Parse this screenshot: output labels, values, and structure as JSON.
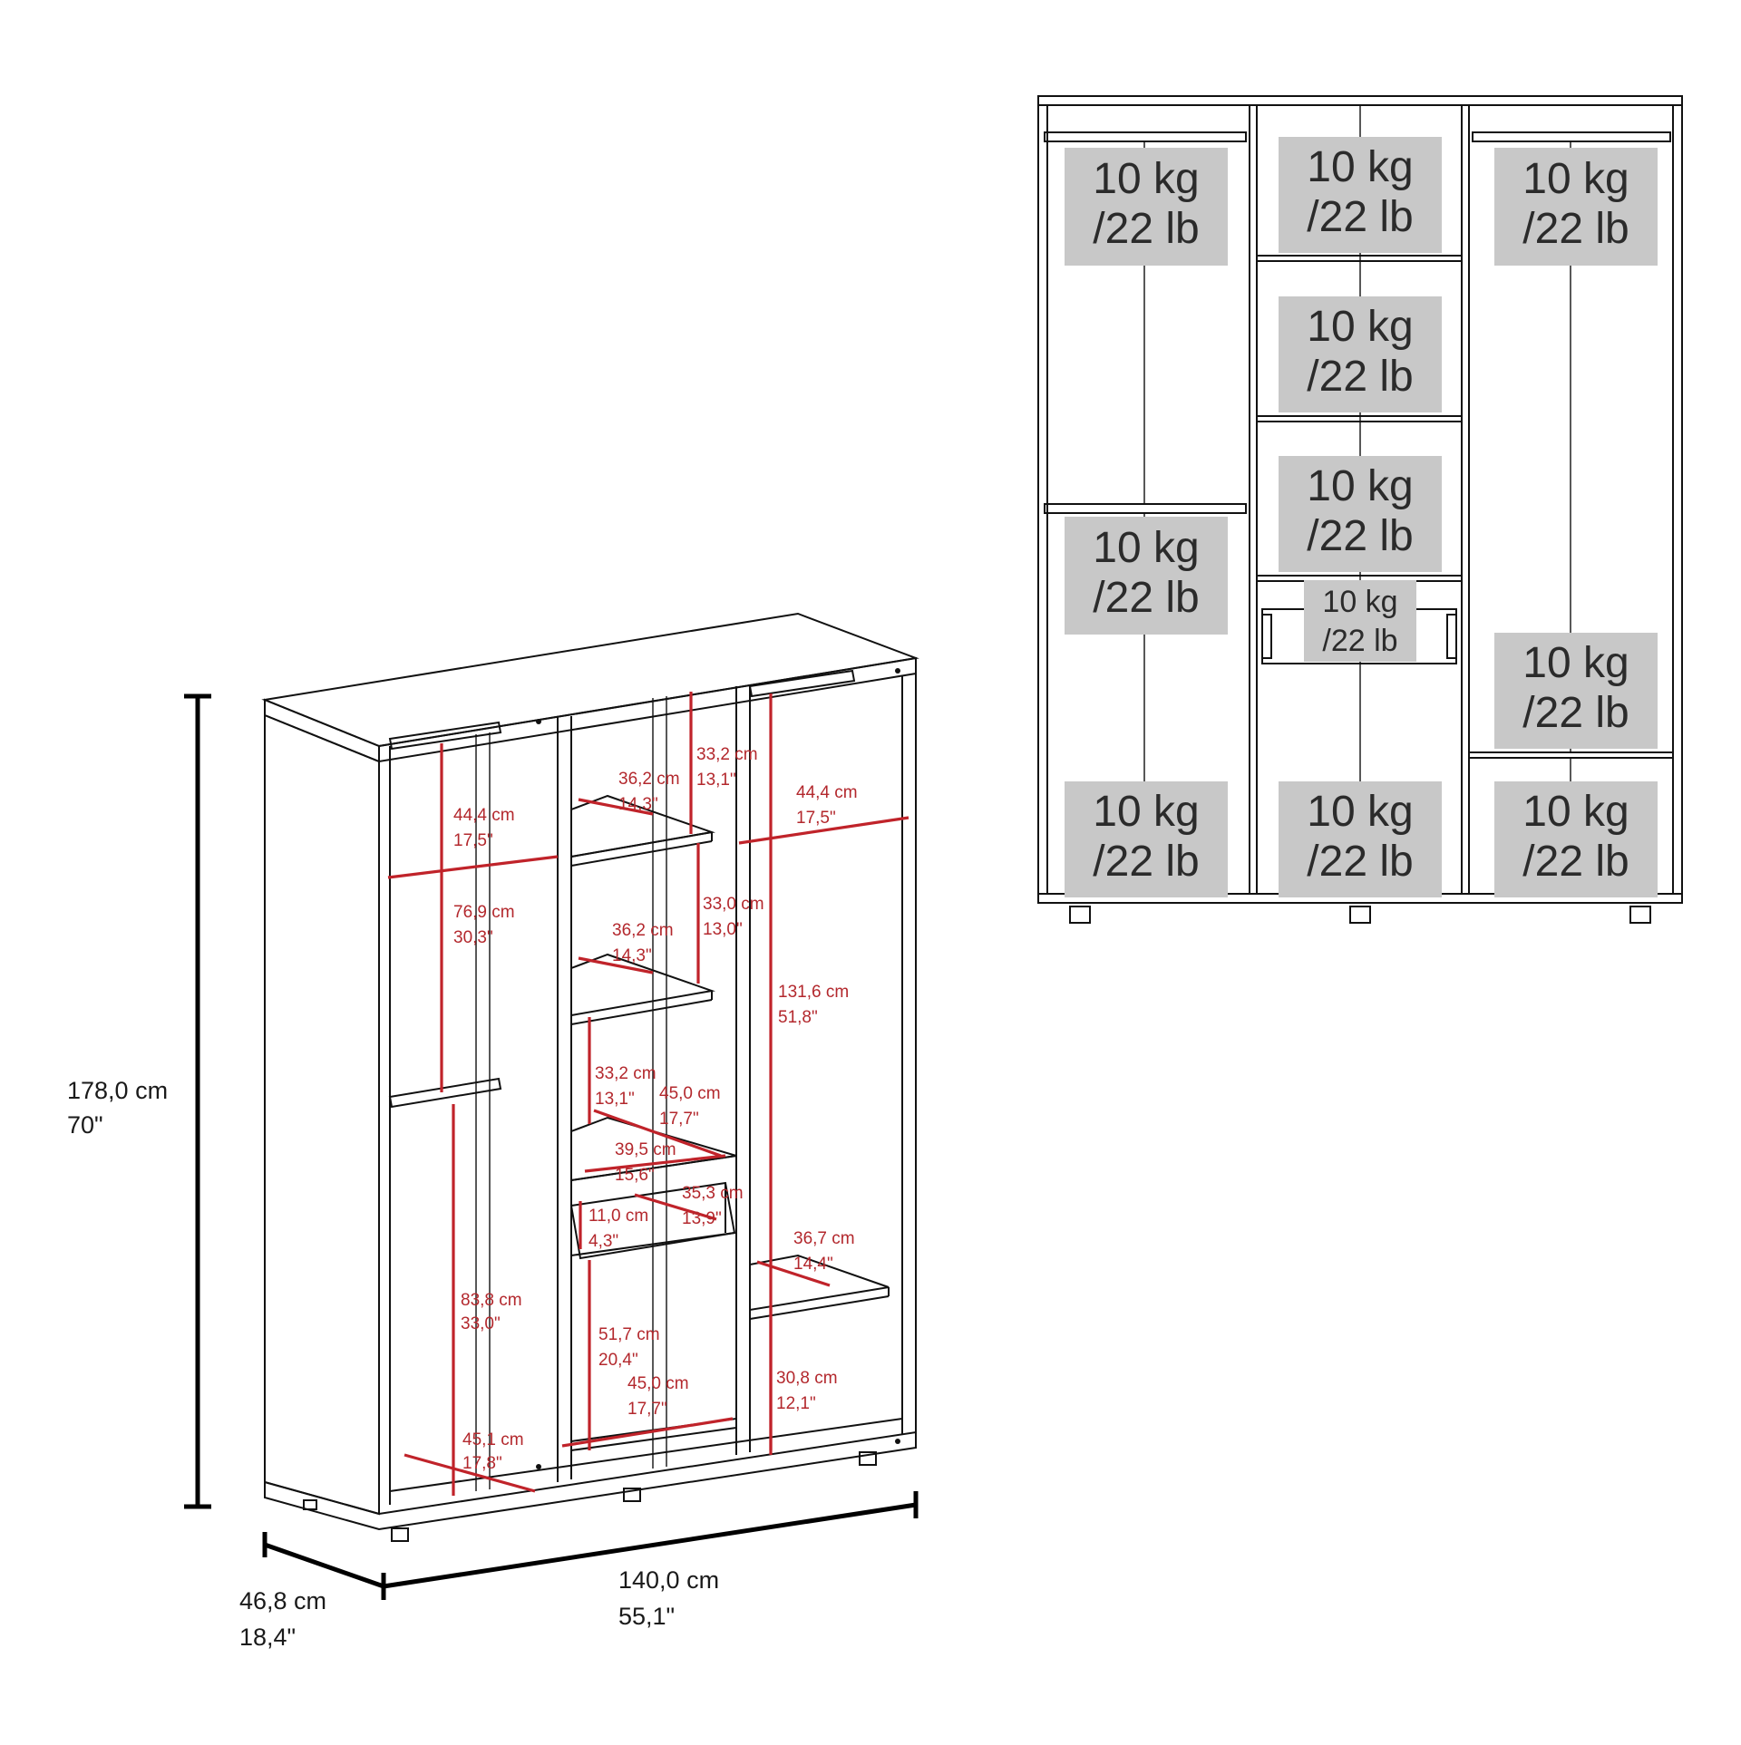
{
  "overall_dimensions": {
    "height": {
      "cm": "178,0 cm",
      "in": "70\""
    },
    "width": {
      "cm": "140,0 cm",
      "in": "55,1\""
    },
    "depth": {
      "cm": "46,8 cm",
      "in": "18,4\""
    }
  },
  "interior_dimensions": [
    {
      "cm": "44,4 cm",
      "in": "17,5\""
    },
    {
      "cm": "76,9 cm",
      "in": "30,3\""
    },
    {
      "cm": "83,8 cm",
      "in": "33,0\""
    },
    {
      "cm": "45,1 cm",
      "in": "17,8\""
    },
    {
      "cm": "36,2 cm",
      "in": "14,3\""
    },
    {
      "cm": "33,2 cm",
      "in": "13,1\""
    },
    {
      "cm": "33,0 cm",
      "in": "13,0\""
    },
    {
      "cm": "36,2 cm",
      "in": "14,3\""
    },
    {
      "cm": "33,2 cm",
      "in": "13,1\""
    },
    {
      "cm": "45,0 cm",
      "in": "17,7\""
    },
    {
      "cm": "39,5 cm",
      "in": "15,6\""
    },
    {
      "cm": "35,3 cm",
      "in": "13,9\""
    },
    {
      "cm": "11,0 cm",
      "in": "4,3\""
    },
    {
      "cm": "51,7 cm",
      "in": "20,4\""
    },
    {
      "cm": "45,0 cm",
      "in": "17,7\""
    },
    {
      "cm": "44,4 cm",
      "in": "17,5\""
    },
    {
      "cm": "131,6 cm",
      "in": "51,8\""
    },
    {
      "cm": "36,7 cm",
      "in": "14,4\""
    },
    {
      "cm": "30,8 cm",
      "in": "12,1\""
    }
  ],
  "load_capacities": [
    {
      "kg": "10 kg",
      "lb": "/22 lb"
    },
    {
      "kg": "10 kg",
      "lb": "/22 lb"
    },
    {
      "kg": "10 kg",
      "lb": "/22 lb"
    },
    {
      "kg": "10 kg",
      "lb": "/22 lb"
    },
    {
      "kg": "10 kg",
      "lb": "/22 lb"
    },
    {
      "kg": "10 kg",
      "lb": "/22 lb"
    },
    {
      "kg": "10 kg",
      "lb": "/22 lb"
    },
    {
      "kg": "10 kg",
      "lb": "/22 lb"
    },
    {
      "kg": "10 kg",
      "lb": "/22 lb"
    },
    {
      "kg": "10 kg",
      "lb": "/22 lb"
    },
    {
      "kg": "10 kg",
      "lb": "/22 lb"
    }
  ],
  "colors": {
    "dimension_lines": "#c0232a",
    "load_badges": "#c8c8c8",
    "outline": "#111111"
  }
}
